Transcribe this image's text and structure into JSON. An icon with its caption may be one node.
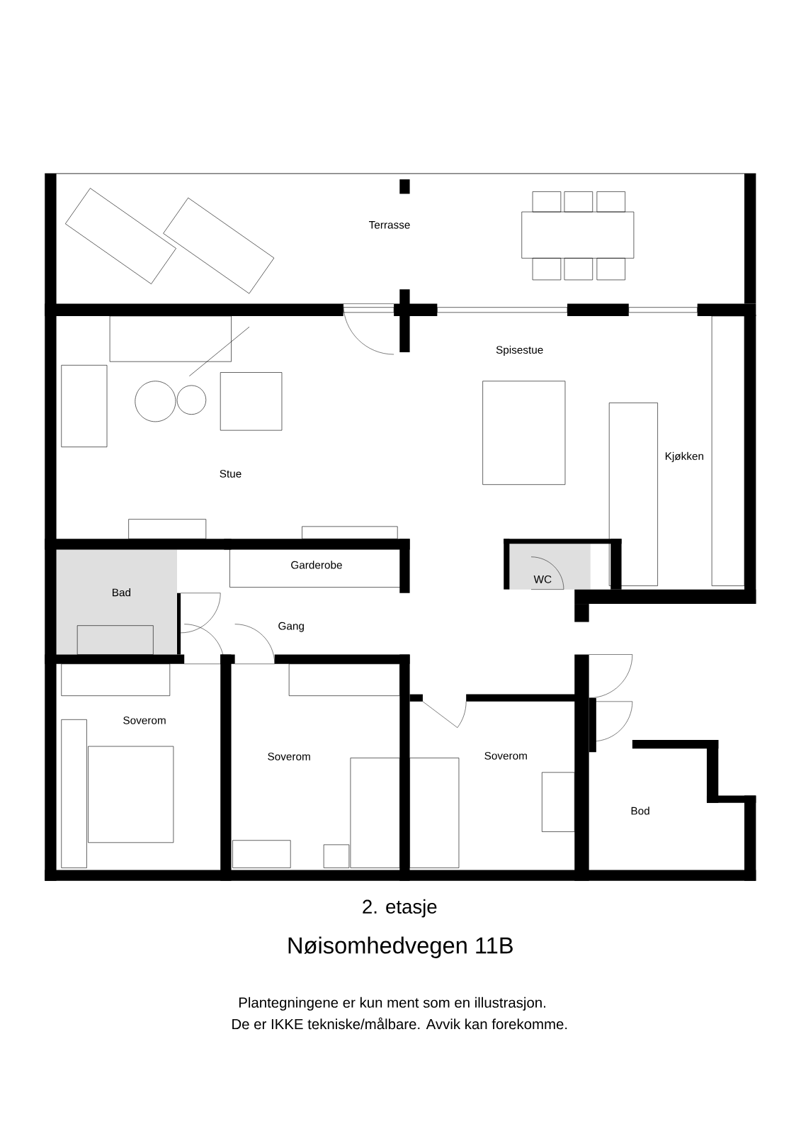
{
  "diagram": {
    "labels": [
      "Terrasse",
      "Spisestue",
      "Kjøkken",
      "Stue",
      "Garderobe",
      "Bad",
      "WC",
      "Gang",
      "Soverom",
      "Soverom",
      "Soverom",
      "Bod",
      "2. etasje",
      "Nøisomhedvegen 11B",
      "Plantegningene er kun ment som en illustrasjon.",
      "De er IKKE tekniske/målbare. Avvik kan forekomme."
    ]
  }
}
